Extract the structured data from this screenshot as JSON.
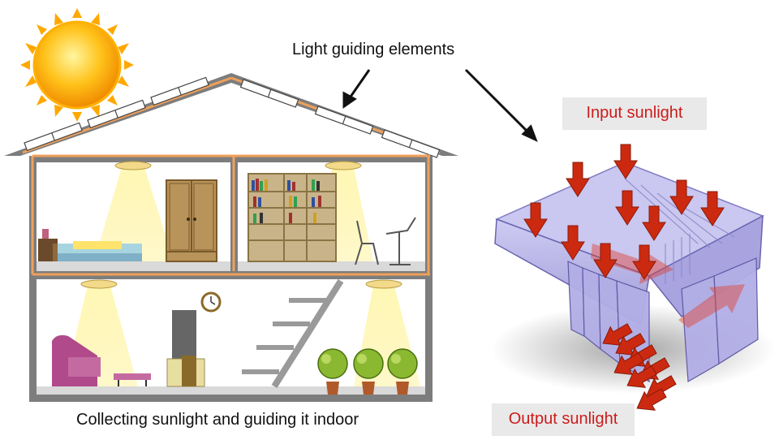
{
  "labels": {
    "light_guiding_elements": "Light guiding elements",
    "collecting_caption": "Collecting sunlight and guiding it indoor",
    "input_sunlight": "Input sunlight",
    "output_sunlight": "Output sunlight"
  },
  "colors": {
    "sun": "#ffb400",
    "wall": "#7d7d7d",
    "orange_line": "#f0a05a",
    "light_beam": "#fff3a0",
    "panel_blue": "#b8b4e8",
    "arrow_red": "#cc2a10",
    "tag_text": "#cc1b1b"
  }
}
